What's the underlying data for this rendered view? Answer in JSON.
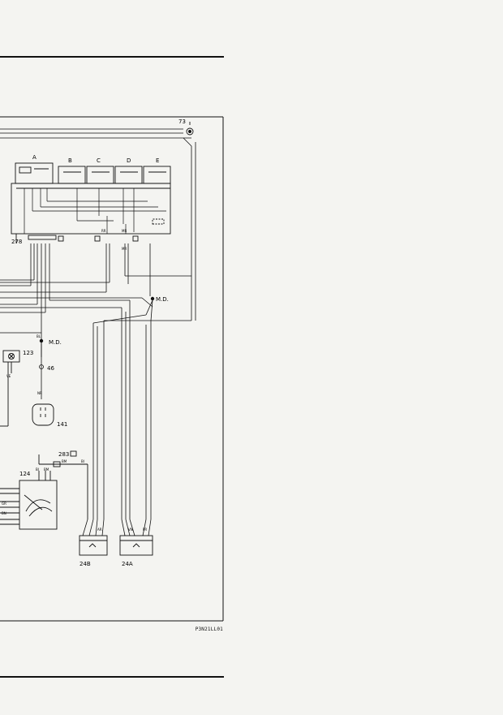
{
  "diagram": {
    "reference": "P3N21LL01",
    "components": {
      "c73": "73",
      "c278": "278",
      "c123": "123",
      "c46": "46",
      "c141": "141",
      "c283": "283",
      "c124": "124",
      "c24b": "24B",
      "c24a": "24A"
    },
    "relays": {
      "a": "A",
      "b": "B",
      "c": "C",
      "d": "D",
      "e": "E"
    },
    "junctions": {
      "md_upper": "M.D.",
      "md_lower": "M.D."
    },
    "wire_codes": {
      "rr": "RR",
      "mr": "MR",
      "mr2": "MR",
      "bl": "BL",
      "ve": "VE",
      "nr": "NR",
      "bn": "BN",
      "gr": "GR",
      "bi": "BI",
      "bi2": "BI",
      "bm": "BM",
      "bm2": "BM",
      "pr": "PR",
      "ar": "AR",
      "vn": "VN"
    },
    "colors": {
      "ink": "#111111",
      "paper": "#f4f4f1"
    }
  }
}
